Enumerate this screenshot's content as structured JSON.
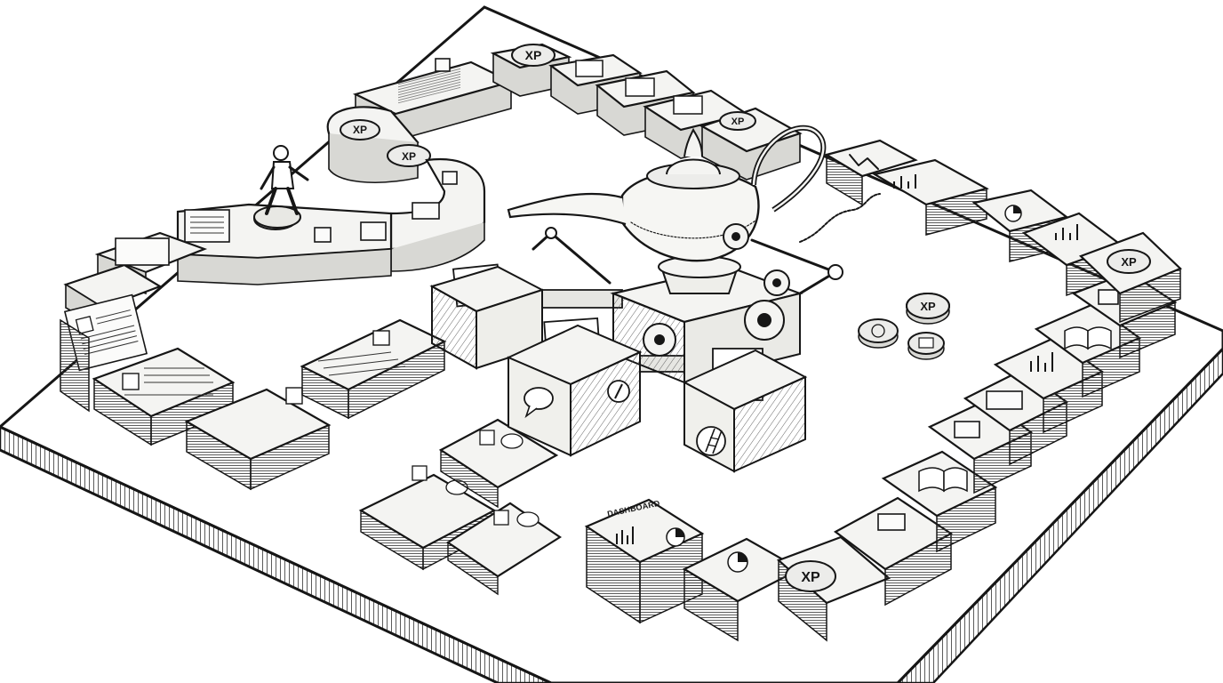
{
  "coins": {
    "xp_label": "XP"
  },
  "dashboard_card": {
    "label": "DASHBOARD"
  },
  "scene": {
    "elements": [
      "game-board",
      "winding-path",
      "magic-lamp",
      "gear-machine",
      "sorting-boxes",
      "player-figure",
      "xp-coins",
      "document-stacks",
      "chart-cards"
    ]
  },
  "colors": {
    "ink": "#161616",
    "paper": "#f4f4f2",
    "shade": "#d8d8d4",
    "background": "#ffffff"
  }
}
